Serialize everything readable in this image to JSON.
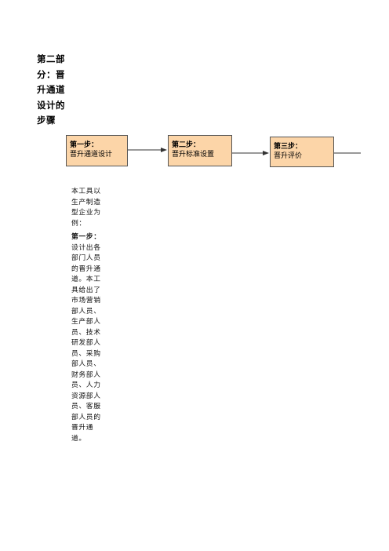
{
  "heading": "第二部分：晋升通道设计的步骤",
  "steps": [
    {
      "title": "第一步：",
      "subtitle": "晋升通道设计"
    },
    {
      "title": "第二步：",
      "subtitle": "晋升标准设置"
    },
    {
      "title": "第三步：",
      "subtitle": "晋升评价"
    }
  ],
  "intro": "本工具以生产制造型企业为例：",
  "detail": {
    "title": "第一步：",
    "text": "设计出各部门人员的晋升通道。本工具给出了市场营销部人员、生产部人员、技术研发部人员、采购部人员、财务部人员、人力资源部人员、客服部人员的晋升通道。"
  },
  "colors": {
    "box_fill": "#fcd5a8",
    "box_border": "#555555",
    "arrow": "#333333"
  }
}
